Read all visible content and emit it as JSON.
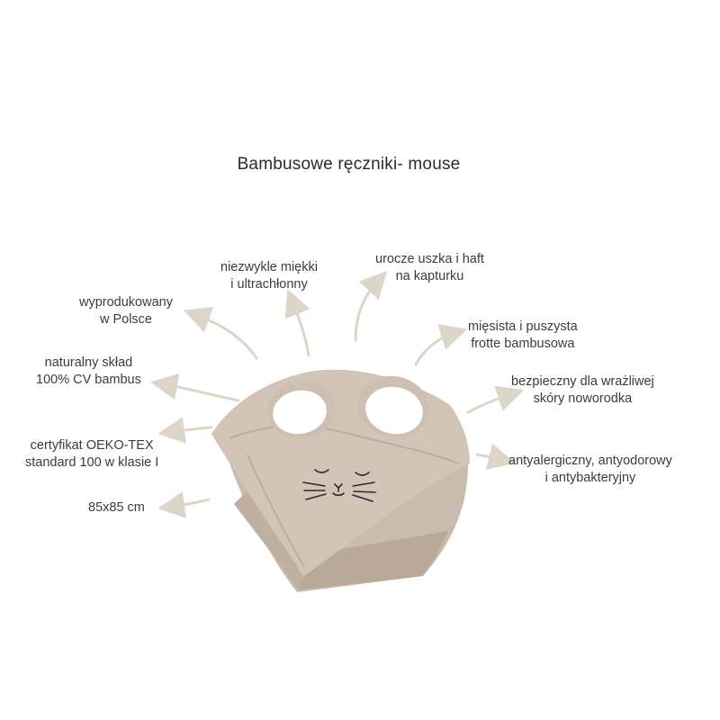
{
  "title": "Bambusowe ręczniki- mouse",
  "features": {
    "soft": [
      "niezwykle miękki",
      "i ultrachłonny"
    ],
    "ears": [
      "urocze uszka i haft",
      "na kapturku"
    ],
    "made_in": [
      "wyprodukowany",
      "w Polsce"
    ],
    "terry": [
      "mięsista i puszysta",
      "frotte bambusowa"
    ],
    "composition": [
      "naturalny skład",
      "100% CV bambus"
    ],
    "safe": [
      "bezpieczny dla wrażliwej",
      "skóry noworodka"
    ],
    "certificate": [
      "certyfikat OEKO-TEX",
      "standard 100 w klasie I"
    ],
    "anti": [
      "antyalergiczny, antyodorowy",
      "i antybakteryjny"
    ],
    "size": [
      "85x85 cm"
    ]
  },
  "colors": {
    "towel": "#cdbfb2",
    "towel_shadow": "#b9a999",
    "ear_inner": "#ffffff",
    "arrow": "#dcd6c8",
    "text": "#3c3c3c"
  }
}
